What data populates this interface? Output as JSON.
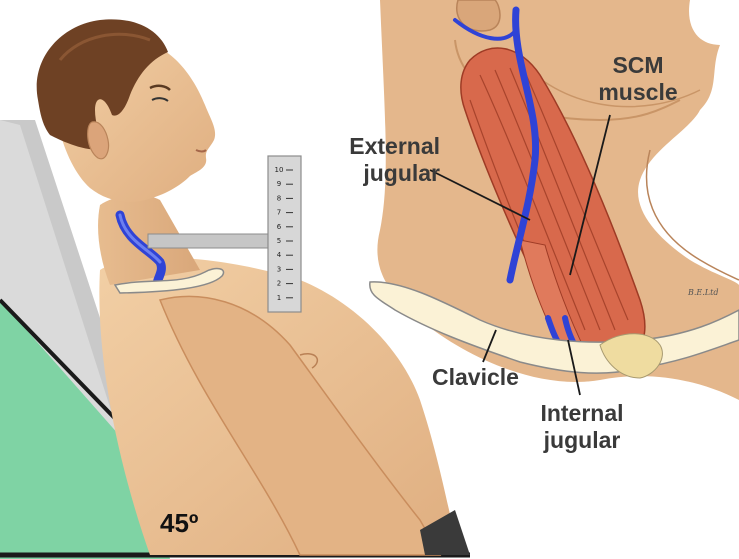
{
  "labels": {
    "scm_line1": "SCM",
    "scm_line2": "muscle",
    "external_line1": "External",
    "external_line2": "jugular",
    "clavicle": "Clavicle",
    "internal_line1": "Internal",
    "internal_line2": "jugular",
    "angle": "45º",
    "credit": "B.E.Ltd"
  },
  "ruler": {
    "ticks": [
      "10",
      "9",
      "8",
      "7",
      "6",
      "5",
      "4",
      "3",
      "2",
      "1"
    ]
  },
  "colors": {
    "skin": "#e9bf93",
    "skin_shadow": "#d9a777",
    "hair": "#6e4124",
    "vein": "#2f43d6",
    "muscle": "#d8694c",
    "bed": "#7fd3a4",
    "clavicle": "#fbf2d6"
  }
}
